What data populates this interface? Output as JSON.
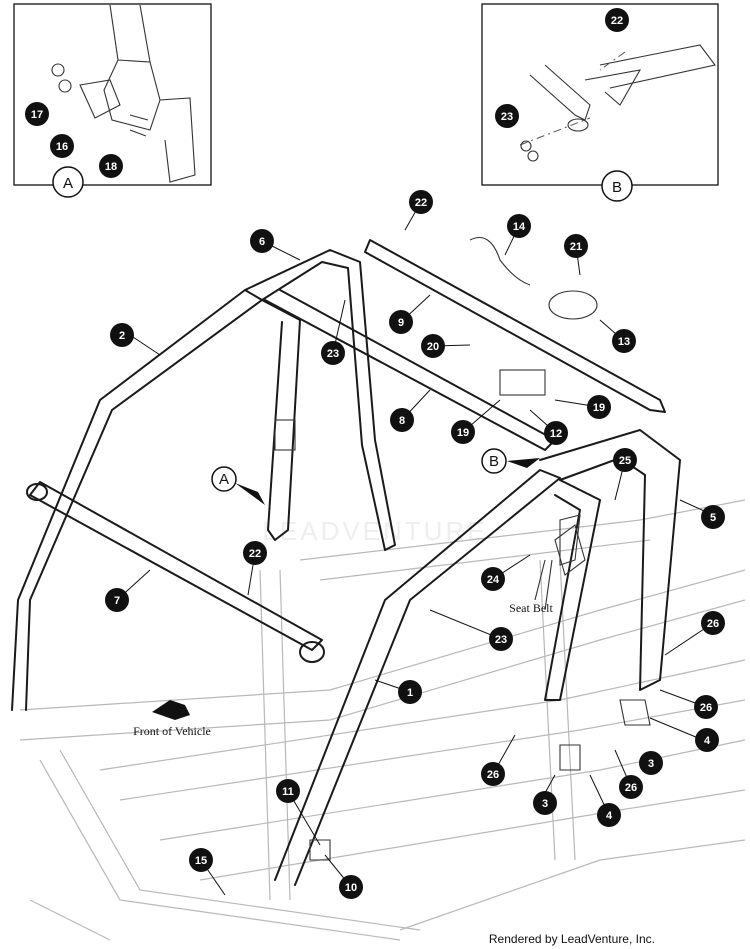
{
  "detail_views": {
    "a": "A",
    "b": "B"
  },
  "arrow_labels": {
    "a": "A",
    "b": "B"
  },
  "labels": {
    "front": "Front of Vehicle",
    "seat_belt": "Seat Belt"
  },
  "footer": "Rendered by LeadVenture, Inc.",
  "watermark": "LEADVENTURE",
  "callouts": [
    "1",
    "2",
    "3",
    "4",
    "5",
    "6",
    "7",
    "8",
    "9",
    "10",
    "11",
    "12",
    "13",
    "14",
    "15",
    "16",
    "17",
    "18",
    "19",
    "20",
    "21",
    "22",
    "23",
    "24",
    "25",
    "26"
  ]
}
